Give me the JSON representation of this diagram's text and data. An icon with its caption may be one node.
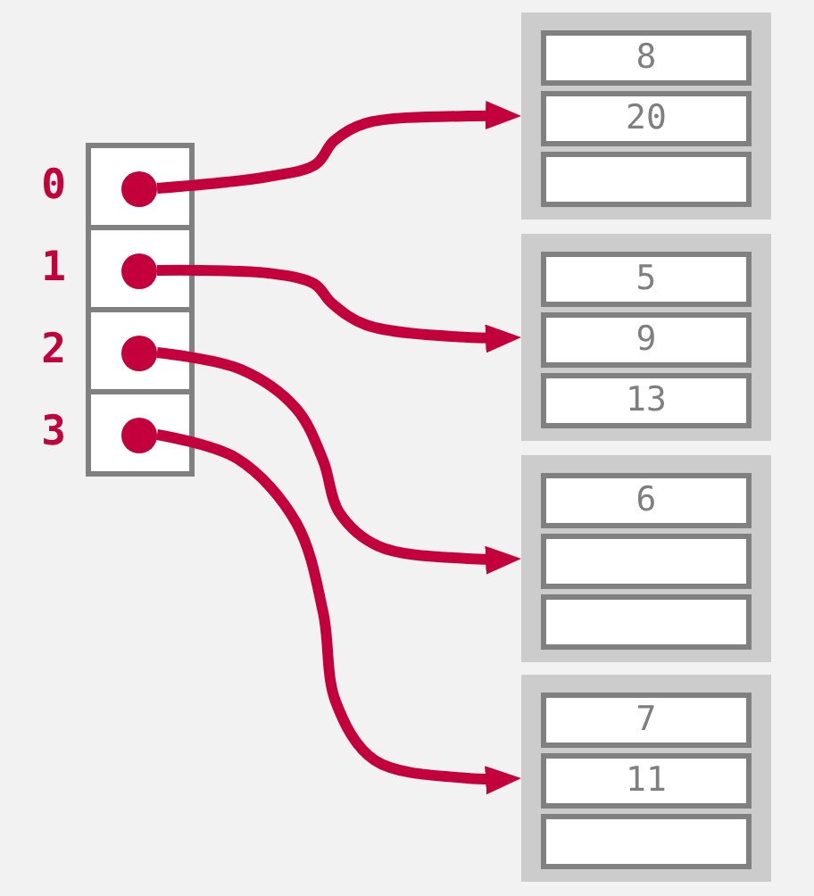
{
  "diagram": {
    "nodes": [
      {
        "text": [],
        "shape": "box",
        "beside": [
          "0"
        ]
      },
      {
        "text": [],
        "shape": "circle",
        "in": 0
      },
      {
        "text": [],
        "shape": "box",
        "beside": [
          "1"
        ]
      },
      {
        "text": [],
        "shape": "circle",
        "in": 2
      },
      {
        "text": [],
        "shape": "box",
        "beside": [
          "2"
        ]
      },
      {
        "text": [],
        "shape": "circle",
        "in": 4
      },
      {
        "text": [],
        "shape": "box",
        "beside": [
          "3"
        ]
      },
      {
        "text": [],
        "shape": "circle",
        "in": 6
      },
      {
        "text": [],
        "shape": "box"
      },
      {
        "text": [
          "8"
        ],
        "in": 8
      },
      {
        "text": [
          "20"
        ],
        "in": 8
      },
      {
        "text": [],
        "shape": "box",
        "in": 8
      },
      {
        "text": [],
        "shape": "box"
      },
      {
        "text": [
          "5"
        ],
        "in": 12
      },
      {
        "text": [
          "9"
        ],
        "in": 12
      },
      {
        "text": [
          "13"
        ],
        "in": 12
      },
      {
        "text": [],
        "shape": "box"
      },
      {
        "text": [
          "6"
        ],
        "in": 16
      },
      {
        "text": [],
        "shape": "box",
        "in": 16
      },
      {
        "text": [],
        "shape": "box",
        "in": 16
      },
      {
        "text": [],
        "shape": "box"
      },
      {
        "text": [
          "7"
        ],
        "in": 20
      },
      {
        "text": [
          "11"
        ],
        "in": 20
      },
      {
        "text": [],
        "shape": "box",
        "in": 20
      }
    ],
    "edges": [
      {
        "from": 1,
        "to": 8,
        "arrow": "to"
      },
      {
        "from": 3,
        "to": 12,
        "arrow": "to"
      },
      {
        "from": 5,
        "to": 16,
        "arrow": "to"
      },
      {
        "from": 7,
        "to": 20,
        "arrow": "to"
      }
    ]
  }
}
